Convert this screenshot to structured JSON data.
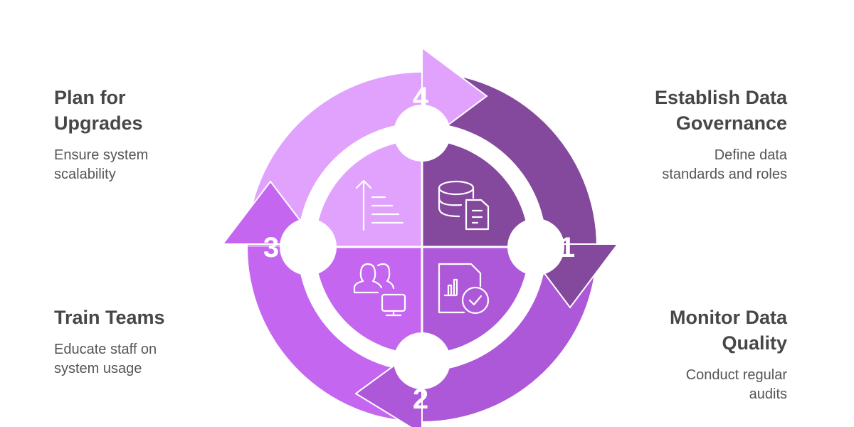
{
  "steps": [
    {
      "number": "1",
      "title": "Establish Data Governance",
      "title_lines": [
        "Establish Data",
        "Governance"
      ],
      "description": "Define data standards and roles",
      "desc_lines": [
        "Define data",
        "standards and roles"
      ],
      "icon": "database-document-icon",
      "color": "#84489c"
    },
    {
      "number": "2",
      "title": "Monitor Data Quality",
      "title_lines": [
        "Monitor Data",
        "Quality"
      ],
      "description": "Conduct regular audits",
      "desc_lines": [
        "Conduct regular",
        "audits"
      ],
      "icon": "report-check-icon",
      "color": "#ad58d8"
    },
    {
      "number": "3",
      "title": "Train Teams",
      "title_lines": [
        "Train Teams"
      ],
      "description": "Educate staff on system usage",
      "desc_lines": [
        "Educate staff on",
        "system usage"
      ],
      "icon": "users-monitor-icon",
      "color": "#c566f0"
    },
    {
      "number": "4",
      "title": "Plan for Upgrades",
      "title_lines": [
        "Plan for",
        "Upgrades"
      ],
      "description": "Ensure system scalability",
      "desc_lines": [
        "Ensure system",
        "scalability"
      ],
      "icon": "arrow-up-bars-icon",
      "color": "#e0a2fc"
    }
  ]
}
